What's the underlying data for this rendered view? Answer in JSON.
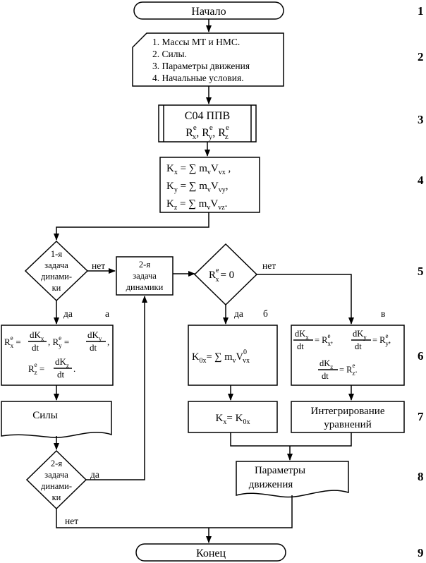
{
  "row_numbers": [
    "1",
    "2",
    "3",
    "4",
    "5",
    "6",
    "7",
    "8",
    "9"
  ],
  "start": "Начало",
  "end": "Конец",
  "inputs": [
    "1. Массы МТ и НМС.",
    "2. Силы.",
    "3. Параметры движения",
    "4. Начальные условия."
  ],
  "subroutine": {
    "title": "С04 ППВ",
    "formula_base": "R",
    "formula_sup": "e",
    "subs": [
      "x",
      "y",
      "z"
    ]
  },
  "momentum": {
    "lines": [
      {
        "lhs_sub": "x",
        "v_sub": "vx"
      },
      {
        "lhs_sub": "y",
        "v_sub": "vy"
      },
      {
        "lhs_sub": "z",
        "v_sub": "vz"
      }
    ]
  },
  "decision1": {
    "lines": [
      "1-я",
      "задача",
      "динами-",
      "ки"
    ],
    "no": "нет",
    "yes": "да",
    "branch": "а"
  },
  "task2": {
    "lines": [
      "2-я",
      "задача",
      "динамики"
    ]
  },
  "decision2": {
    "cond_sub": "x",
    "cond_sup": "e",
    "cond_rhs": "= 0",
    "no": "нет",
    "yes": "да",
    "branch_b": "б",
    "branch_v": "в"
  },
  "forces_box": "Силы",
  "decision3": {
    "lines": [
      "2-я",
      "задача",
      "динами-",
      "ки"
    ],
    "yes": "да",
    "no": "нет"
  },
  "block_b6": {
    "lhs": "K",
    "lhs_sub": "0x",
    "rhs": "= ∑ m",
    "v_sub": "v",
    "V": "V",
    "V_sup": "0",
    "V_sub": "vx"
  },
  "block_b7": {
    "lhs": "K",
    "lhs_sub": "x",
    "rhs": "= K",
    "rhs_sub": "0x"
  },
  "block_v7": [
    "Интегрирование",
    "уравнений"
  ],
  "params_out": [
    "Параметры",
    "движения"
  ]
}
